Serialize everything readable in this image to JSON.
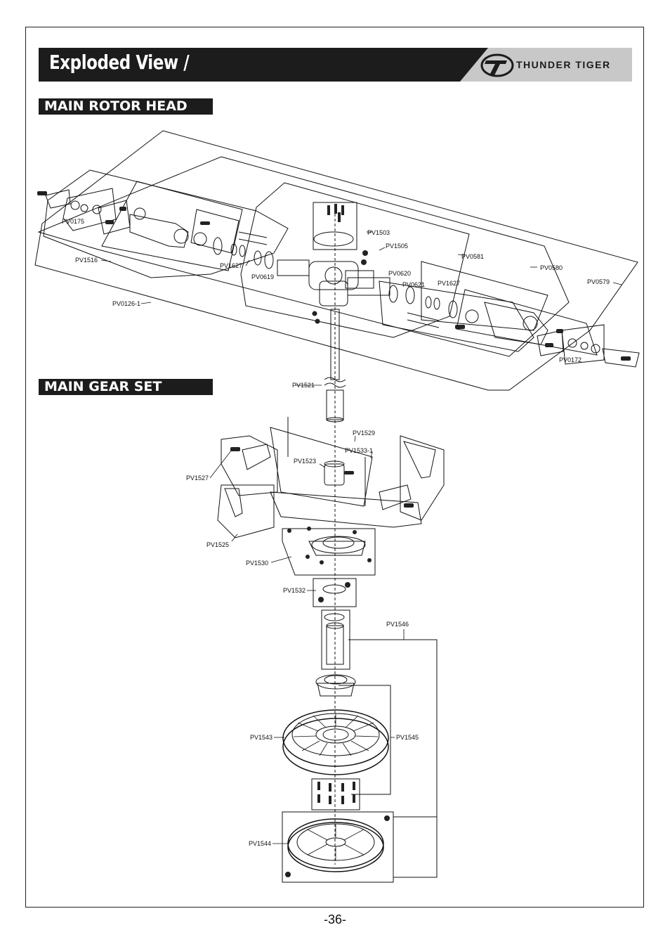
{
  "header": {
    "title": "Exploded View /",
    "brand": "THUNDER TIGER"
  },
  "sections": {
    "rotor_head": "MAIN ROTOR HEAD",
    "gear_set": "MAIN GEAR SET"
  },
  "parts": {
    "pv0175": "PV0175",
    "pv1516": "PV1516",
    "pv1627a": "PV1627",
    "pv0619": "PV0619",
    "pv0126": "PV0126-1",
    "pv1503": "PV1503",
    "pv1505": "PV1505",
    "pv0581": "PV0581",
    "pv0580": "PV0580",
    "pv0579": "PV0579",
    "pv0620": "PV0620",
    "pv0621": "PV0621",
    "pv1627b": "PV1627",
    "pv0172": "PV0172",
    "pv1521": "PV1521",
    "pv1529": "PV1529",
    "pv1533": "PV1533-1",
    "pv1523": "PV1523",
    "pv1527": "PV1527",
    "pv1525": "PV1525",
    "pv1530": "PV1530",
    "pv1532": "PV1532",
    "pv1546": "PV1546",
    "pv1543": "PV1543",
    "pv1545": "PV1545",
    "pv1544": "PV1544"
  },
  "footer": {
    "page_number": "-36-"
  },
  "colors": {
    "banner": "#1c1c1c",
    "banner_accent": "#c8c8c8"
  },
  "icons": {
    "brand_logo": "thunder-tiger-logo"
  }
}
